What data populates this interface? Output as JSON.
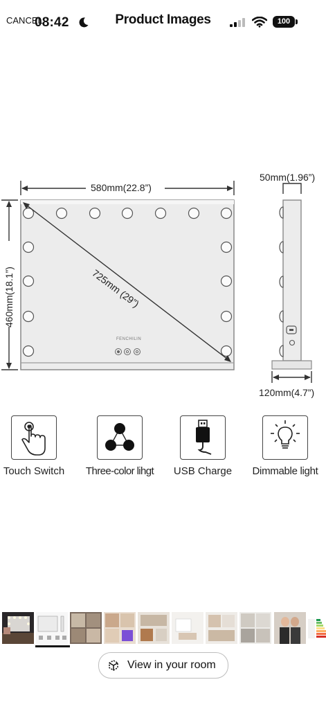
{
  "header": {
    "cancel_label": "CANCEL",
    "time": "08:42",
    "title": "Product Images",
    "battery": "100"
  },
  "diagram": {
    "width_label": "580mm(22.8”)",
    "height_label": "460mm(18.1”)",
    "diagonal_label": "725mm (29”)",
    "depth_label": "50mm(1.96”)",
    "base_label": "120mm(4.7”)",
    "brand_label": "FENCHILIN"
  },
  "features": [
    {
      "label": "Touch Switch",
      "icon": "touch-switch-icon"
    },
    {
      "label": "Three-color lihgt",
      "icon": "three-color-icon"
    },
    {
      "label": "USB Charge",
      "icon": "usb-icon"
    },
    {
      "label": "Dimmable light",
      "icon": "dimmable-bulb-icon"
    }
  ],
  "room_button": {
    "label": "View in your room",
    "icon": "ar-cube-icon"
  },
  "colors": {
    "accent": "#111111",
    "line": "#333333",
    "mirror_bg": "#ececec"
  }
}
